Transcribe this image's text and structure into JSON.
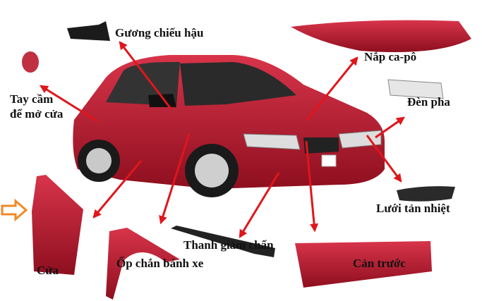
{
  "labels": {
    "mirror": "Gương chiếu hậu",
    "hood": "Nắp ca-pô",
    "headlight": "Đèn pha",
    "handle_line1": "Tay cầm",
    "handle_line2": "để mở cửa",
    "grille": "Lưới tản nhiệt",
    "bumper_bar": "Thanh giảm chấn",
    "fender": "Ốp chắn bánh xe",
    "door": "Cửa",
    "front_bumper": "Cản trước"
  },
  "colors": {
    "arrow": "#e0161b",
    "car_body": "#b3172a",
    "pointer": "#f08a24"
  }
}
